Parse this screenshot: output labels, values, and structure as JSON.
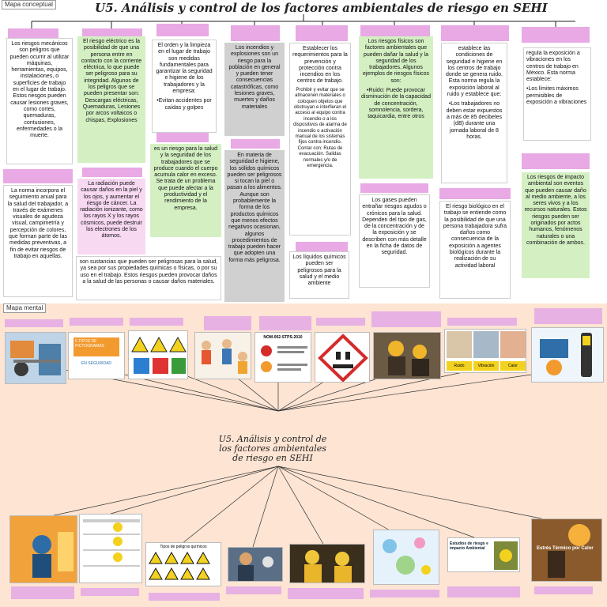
{
  "section_labels": {
    "concept_map": "Mapa conceptual",
    "mind_map": "Mapa mental"
  },
  "title": "U5. Análisis y control de los factores ambientales de riesgo en SEHI",
  "map_title": "U5. Análisis y control de los factores ambientales de riesgo en SEHI",
  "boxes": {
    "mech": "Los riesgos mecánicos son peligros que pueden ocurrir al utilizar máquinas, herramientas, equipos, instalaciones, o superficies de trabajo en el lugar de trabajo. Estos riesgos pueden causar lesiones graves, como cortes, quemaduras, contusiones, enfermedades o la muerte.",
    "elec": "El riesgo eléctrico es la posibilidad de que una persona entre en contacto con la corriente eléctrica, lo que puede ser peligroso para su integridad. Algunos de los peligros que se pueden presentar son: Descargas eléctricas, Quemaduras, Lesiones por arcos voltaicos o chispas, Explosiones",
    "order": "El orden y la limpieza en el lugar de trabajo son medidas fundamentales para garantizar la seguridad e higiene de los trabajadores y la empresa:",
    "order_b": "•Evitan accidentes por caídas y golpes",
    "fire": "Los incendios y explosiones son un riesgo para la población en general y pueden tener consecuencias catastróficas, como lesiones graves, muertes y daños materiales",
    "establish": "Establecer los requerimientos para la prevención y protección contra incendios en los centros de trabajo.",
    "establish_b": "Prohibir y evitar que se almacenen materiales o coloquen objetos que obstruyan e interfieran el acceso al equipo contra incendio o a los dispositivos de alarma de incendio o activación manual de los sistemas fijos contra incendio. Contar con: Rutas de evacuación. Salidas normales y/o de emergencia.",
    "phys": "Los riesgos físicos son factores ambientales que pueden dañar la salud y la seguridad de los trabajadores. Algunos ejemplos de riesgos físicos son:",
    "phys_b": "•Ruido: Puede provocar disminución de la capacidad de concentración, somnolencia, sordera, taquicardia, entre otros",
    "noise": "establece las condiciones de seguridad e higiene en los centros de trabajo donde se genera ruido. Esta norma regula la exposición laboral al ruido y establece que:",
    "noise_b": "•Los trabajadores no deben estar expuestos a más de 85 decibeles (dB) durante una jornada laboral de 8 horas.",
    "vib": "regula la exposición a vibraciones en los centros de trabajo en México. Esta norma establece:",
    "vib_b": "•Los límites máximos permisibles de exposición a vibraciones",
    "norm": "La norma incorpora el seguimiento anual para la salud del trabajador, a través de exámenes visuales de agudeza visual, campimetría y percepción de colores, que forman parte de las medidas preventivas, a fin de evitar riesgos de trabajo en aquellas.",
    "rad": "La radiación puede causar daños en la piel y los ojos, y aumentar el riesgo de cáncer. La radiación ionizante, como los rayos X y los rayos cósmicos, puede destruir los electrones de los átomos.",
    "ergo": "es un riesgo para la salud y la seguridad de los trabajadores que se produce cuando el cuerpo acumula calor en exceso. Se trata de un problema que puede afectar a la productividad y el rendimiento de la empresa.",
    "chem": "En materia de seguridad e higiene, los sólidos químicos pueden ser peligrosos si tocan la piel o pasan a los alimentos. Aunque son probablemente la forma de los productos químicos que menos efectos negativos ocasionan, algunos procedimientos de trabajo pueden hacer que adopten una forma más peligrosa.",
    "subst": "son sustancias que pueden ser peligrosas para la salud, ya sea por sus propiedades químicas o físicas, o por su uso en el trabajo. Estos riesgos pueden provocar daños a la salud de las personas o causar daños materiales.",
    "liquids": "Los líquidos químicos pueden ser peligrosos para la salud y el medio ambiente",
    "gases": "Los gases pueden entrañar riesgos agudos o crónicos para la salud. Dependen del tipo de gas, de la concentración y de la exposición y se describen con más detalle en la ficha de datos de seguridad.",
    "bio": "El riesgo biológico en el trabajo se entiende como la posibilidad de que una persona trabajadora sufra daños como consecuencia de la exposición a agentes biológicos durante la realización de su actividad laboral",
    "impact": "Los riesgos de impacto ambiental son eventos que pueden causar daño al medio ambiente, a los seres vivos y a los recursos naturales. Estos riesgos pueden ser originados por actos humanos, fenómenos naturales o una combinación de ambos."
  },
  "image_texts": {
    "pictos_heading": "5 TIPOS DE PICTOGRAMAS",
    "pictos_sub": "EN SEGURIDAD",
    "nom_heading": "NOM-002-STPS-2010",
    "chem_types": "Tipos de peligros químicos",
    "study_title": "Estudios de riesgo e impacto Ambiental",
    "heat_title": "Estrés Térmico por Calor",
    "ruido": "Ruido",
    "vibracion": "Vibración",
    "calor": "Calor"
  },
  "colors": {
    "header_pink": "#e8a9e4",
    "green_box": "#d4f0c3",
    "gray_box": "#d0d0d0",
    "bottom_bg": "#fde4d3"
  }
}
